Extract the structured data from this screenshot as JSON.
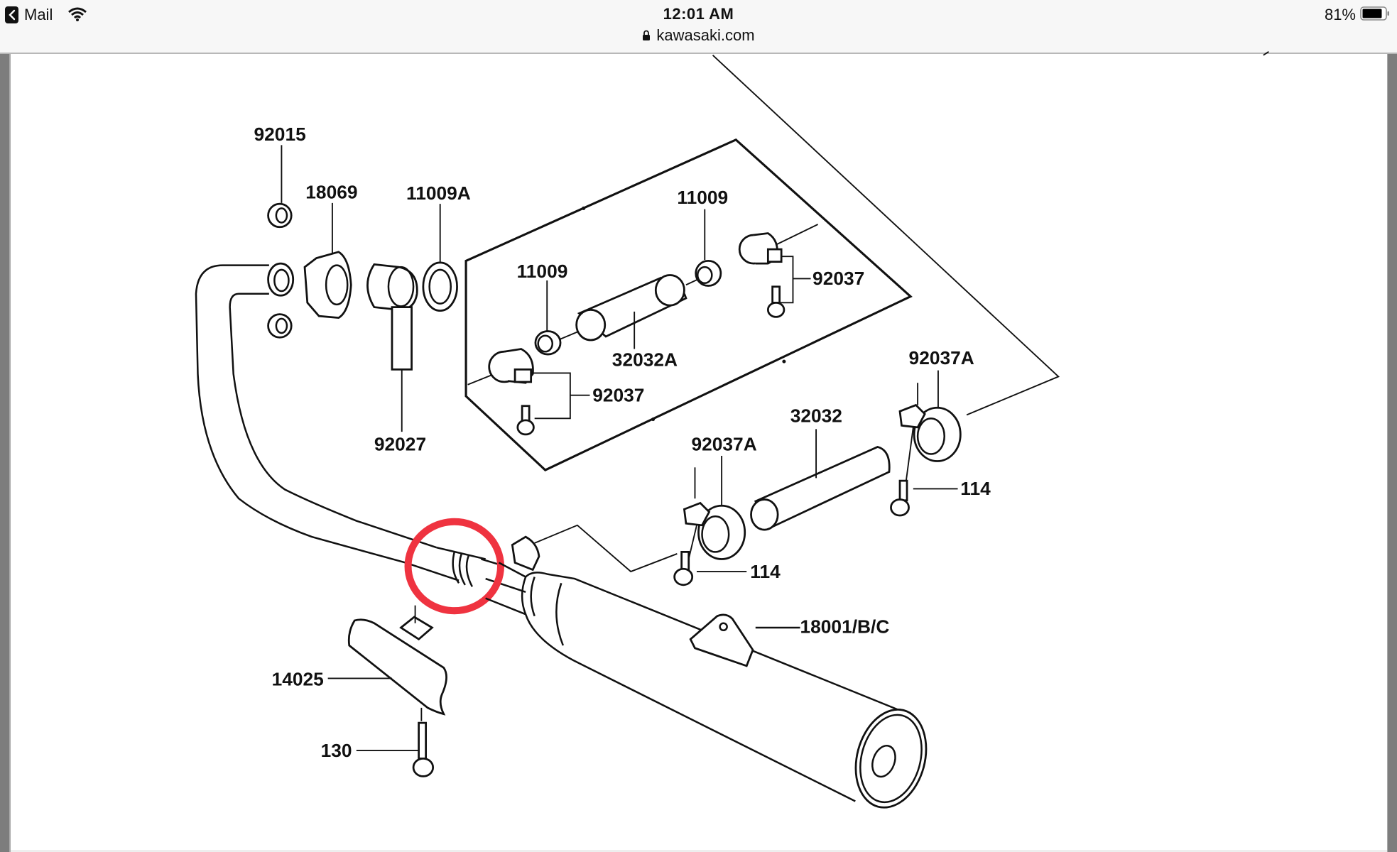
{
  "status_bar": {
    "back_app_label": "Mail",
    "time": "12:01 AM",
    "url": "kawasaki.com",
    "battery_percent": "81%",
    "icons": [
      "back-chevron-icon",
      "wifi-icon",
      "lock-icon",
      "battery-icon"
    ]
  },
  "diagram": {
    "title": "Exhaust system parts diagram",
    "highlight_color": "#ef3340",
    "labels": {
      "p92015": "92015",
      "p18069": "18069",
      "p11009A": "11009A",
      "p92027": "92027",
      "p11009_left": "11009",
      "p11009_right": "11009",
      "p32032A": "32032A",
      "p92037_left": "92037",
      "p92037_right": "92037",
      "p92037A_upper": "92037A",
      "p32032": "32032",
      "p92037A_lower": "92037A",
      "p114_upper": "114",
      "p114_lower": "114",
      "p18001": "18001/B/C",
      "p14025": "14025",
      "p130": "130"
    }
  }
}
